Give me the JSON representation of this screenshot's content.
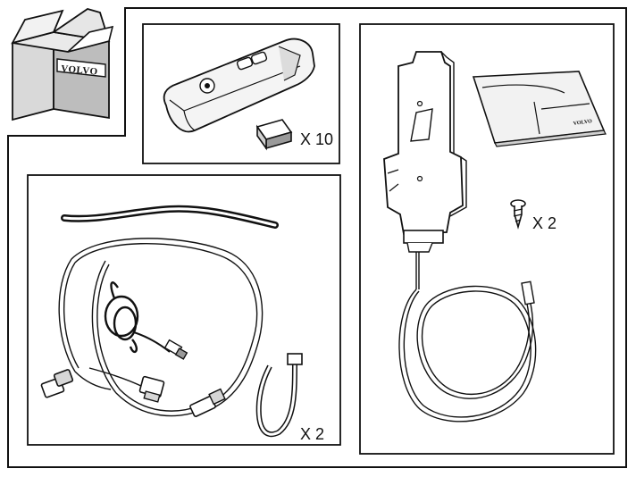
{
  "box": {
    "brand": "VOLVO"
  },
  "panels": {
    "remote": {
      "quantity_label": "X 10"
    },
    "harness": {
      "quantity_label": "X 2"
    },
    "holder": {
      "quantity_label": "X 2",
      "manual_brand": "VOLVO"
    }
  },
  "colors": {
    "line": "#111111",
    "paper": "#ffffff",
    "shade": "#c8c8c8",
    "light": "#eeeeee"
  }
}
